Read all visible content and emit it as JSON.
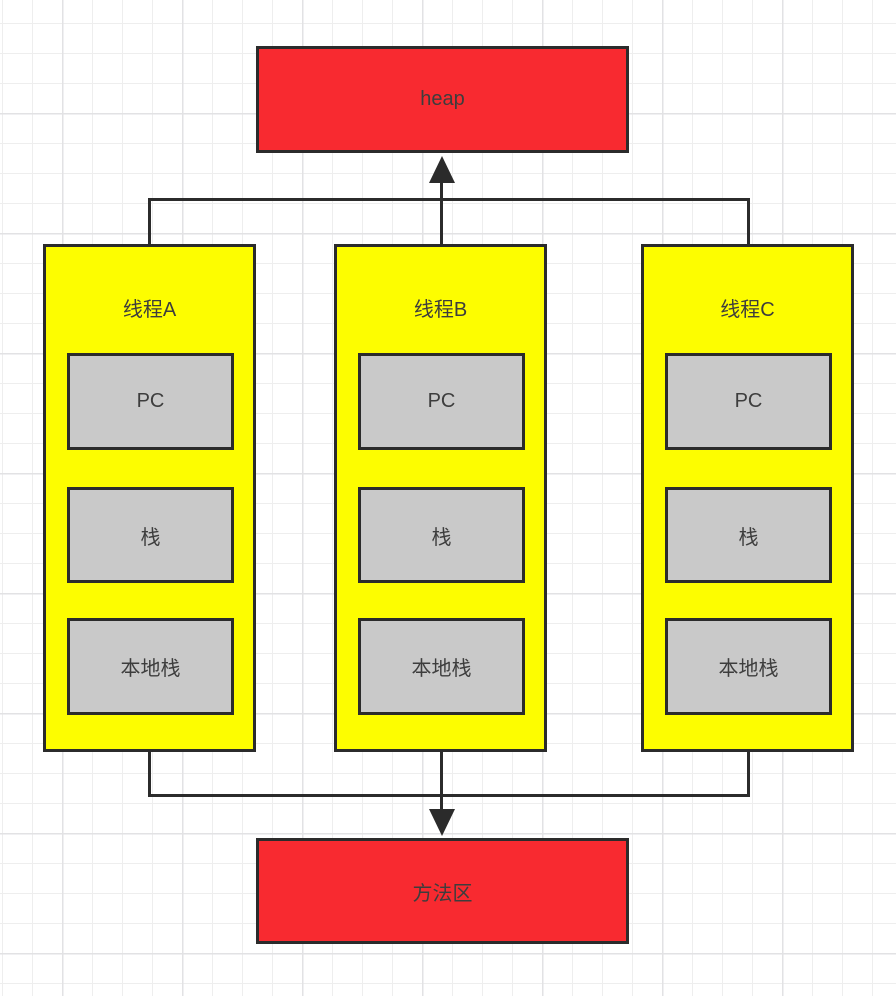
{
  "colors": {
    "accent-red": "#f82a30",
    "accent-yellow": "#fdfd00",
    "slot-gray": "#c9c9c9",
    "line": "#2b2b2b",
    "ink": "#3d3d3d",
    "grid-minor": "#eeeeee",
    "grid-major": "#e2e2e4",
    "canvas-bg": "#ffffff"
  },
  "diagram": {
    "heap": {
      "label": "heap"
    },
    "method_area": {
      "label": "方法区"
    },
    "threads": [
      {
        "label": "线程A",
        "items": [
          {
            "label": "PC"
          },
          {
            "label": "栈"
          },
          {
            "label": "本地栈"
          }
        ]
      },
      {
        "label": "线程B",
        "items": [
          {
            "label": "PC"
          },
          {
            "label": "栈"
          },
          {
            "label": "本地栈"
          }
        ]
      },
      {
        "label": "线程C",
        "items": [
          {
            "label": "PC"
          },
          {
            "label": "栈"
          },
          {
            "label": "本地栈"
          }
        ]
      }
    ]
  }
}
